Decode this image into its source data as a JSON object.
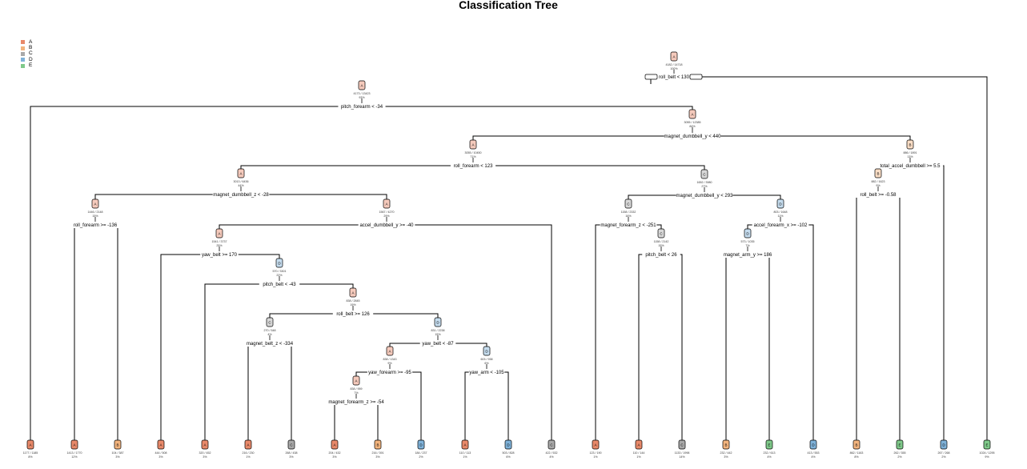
{
  "title": "Classification Tree",
  "legend": [
    {
      "label": "A",
      "color": "#E8896A"
    },
    {
      "label": "B",
      "color": "#F2B47E"
    },
    {
      "label": "C",
      "color": "#A9A9A9"
    },
    {
      "label": "D",
      "color": "#7FB2D9"
    },
    {
      "label": "E",
      "color": "#7FC98A"
    }
  ],
  "tree": {
    "internal_nodes": [
      {
        "id": "n1",
        "class": "A",
        "stat": "4182 / 14718",
        "pct": "100%",
        "split": "roll_belt < 130"
      },
      {
        "id": "n2",
        "class": "A",
        "stat": "4173 / 13423",
        "pct": "93%",
        "split": "pitch_forearm < -34"
      },
      {
        "id": "n3",
        "class": "A",
        "stat": "3055 / 12385",
        "pct": "84%",
        "split": "magnet_dumbbell_y < 440"
      },
      {
        "id": "n4",
        "class": "A",
        "stat": "3055 / 10450",
        "pct": "71%",
        "split": "roll_forearm < 123"
      },
      {
        "id": "n5",
        "class": "A",
        "stat": "3013 / 6436",
        "pct": "44%",
        "split": "magnet_dumbbell_z < -28"
      },
      {
        "id": "n6",
        "class": "A",
        "stat": "1446 / 2148",
        "pct": "15%",
        "split": "roll_forearm >= -136"
      },
      {
        "id": "n7",
        "class": "A",
        "stat": "1567 / 4270",
        "pct": "29%",
        "split": "accel_dumbbell_y >= -40"
      },
      {
        "id": "n8",
        "class": "A",
        "stat": "1541 / 3737",
        "pct": "25%",
        "split": "yaw_belt >= 170"
      },
      {
        "id": "n9",
        "class": "D",
        "stat": "570 / 3301",
        "pct": "22%",
        "split": "pitch_belt < -43"
      },
      {
        "id": "n10",
        "class": "A",
        "stat": "838 / 2845",
        "pct": "19%",
        "split": "roll_belt >= 126"
      },
      {
        "id": "n11",
        "class": "C",
        "stat": "270 / 548",
        "pct": "4%",
        "split": "magnet_belt_z < -334"
      },
      {
        "id": "n12",
        "class": "D",
        "stat": "831 / 2238",
        "pct": "15%",
        "split": "yaw_belt < -87"
      },
      {
        "id": "n13",
        "class": "A",
        "stat": "838 / 1343",
        "pct": "9%",
        "split": "yaw_forearm >= -95"
      },
      {
        "id": "n14",
        "class": "A",
        "stat": "838 / 959",
        "pct": "7%",
        "split": "magnet_forearm_z >= -54"
      },
      {
        "id": "n15",
        "class": "D",
        "stat": "603 / 938",
        "pct": "6%",
        "split": "yaw_arm < -105"
      },
      {
        "id": "n16",
        "class": "C",
        "stat": "1652 / 3980",
        "pct": "27%",
        "split": "magnet_dumbbell_y < 293"
      },
      {
        "id": "n17",
        "class": "C",
        "stat": "1158 / 2332",
        "pct": "16%",
        "split": "magnet_forearm_z < -251"
      },
      {
        "id": "n18",
        "class": "C",
        "stat": "1158 / 2142",
        "pct": "15%",
        "split": "pitch_belt < 26"
      },
      {
        "id": "n19",
        "class": "D",
        "stat": "803 / 1648",
        "pct": "11%",
        "split": "accel_forearm_x >= -102"
      },
      {
        "id": "n20",
        "class": "D",
        "stat": "573 / 1035",
        "pct": "7%",
        "split": "magnet_arm_y >= 186"
      },
      {
        "id": "n21",
        "class": "B",
        "stat": "886 / 1891",
        "pct": "13%",
        "split": "total_accel_dumbbell >= 5.5"
      },
      {
        "id": "n22",
        "class": "B",
        "stat": "882 / 1623",
        "pct": "9%",
        "split": "roll_belt >= -0.58"
      }
    ],
    "leaves": [
      {
        "class": "A",
        "stat": "1177 / 1185",
        "pct": "8%"
      },
      {
        "class": "A",
        "stat": "1413 / 1770",
        "pct": "12%"
      },
      {
        "class": "B",
        "stat": "104 / 387",
        "pct": "3%"
      },
      {
        "class": "A",
        "stat": "444 / 508",
        "pct": "3%"
      },
      {
        "class": "A",
        "stat": "320 / 452",
        "pct": "3%"
      },
      {
        "class": "A",
        "stat": "216 / 230",
        "pct": "1%"
      },
      {
        "class": "C",
        "stat": "268 / 438",
        "pct": "3%"
      },
      {
        "class": "A",
        "stat": "204 / 432",
        "pct": "3%"
      },
      {
        "class": "B",
        "stat": "216 / 391",
        "pct": "3%"
      },
      {
        "class": "D",
        "stat": "184 / 237",
        "pct": "2%"
      },
      {
        "class": "A",
        "stat": "110 / 113",
        "pct": "1%"
      },
      {
        "class": "D",
        "stat": "503 / 828",
        "pct": "6%"
      },
      {
        "class": "C",
        "stat": "422 / 532",
        "pct": "4%"
      },
      {
        "class": "A",
        "stat": "123 / 190",
        "pct": "1%"
      },
      {
        "class": "A",
        "stat": "110 / 144",
        "pct": "1%"
      },
      {
        "class": "C",
        "stat": "1133 / 1998",
        "pct": "14%"
      },
      {
        "class": "B",
        "stat": "232 / 442",
        "pct": "3%"
      },
      {
        "class": "E",
        "stat": "232 / 613",
        "pct": "4%"
      },
      {
        "class": "D",
        "stat": "413 / 553",
        "pct": "4%"
      },
      {
        "class": "B",
        "stat": "862 / 1163",
        "pct": "8%"
      },
      {
        "class": "E",
        "stat": "262 / 355",
        "pct": "2%"
      },
      {
        "class": "D",
        "stat": "267 / 268",
        "pct": "2%"
      },
      {
        "class": "E",
        "stat": "1024 / 1295",
        "pct": "9%"
      }
    ]
  }
}
